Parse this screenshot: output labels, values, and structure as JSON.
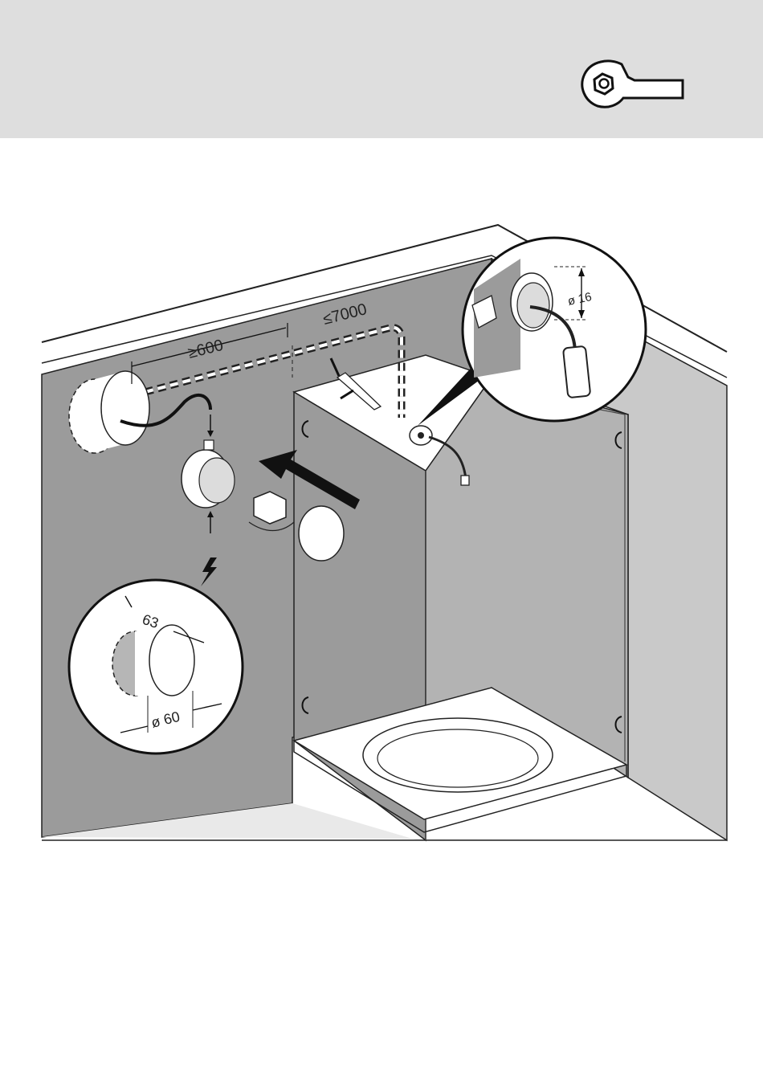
{
  "header": {
    "icon": "wrench-icon"
  },
  "dimensions": {
    "min_distance": "≥600",
    "max_length": "≤7000",
    "hole_diameter": "ø 16",
    "box_depth": "63",
    "box_diameter": "ø 60"
  },
  "icons": {
    "hazard": "lightning-bolt-icon",
    "insert_arrow": "arrow-icon"
  },
  "colors": {
    "header_band": "#dedede",
    "wall": "#9b9b9b",
    "cabinet": "#c9c9c9"
  }
}
